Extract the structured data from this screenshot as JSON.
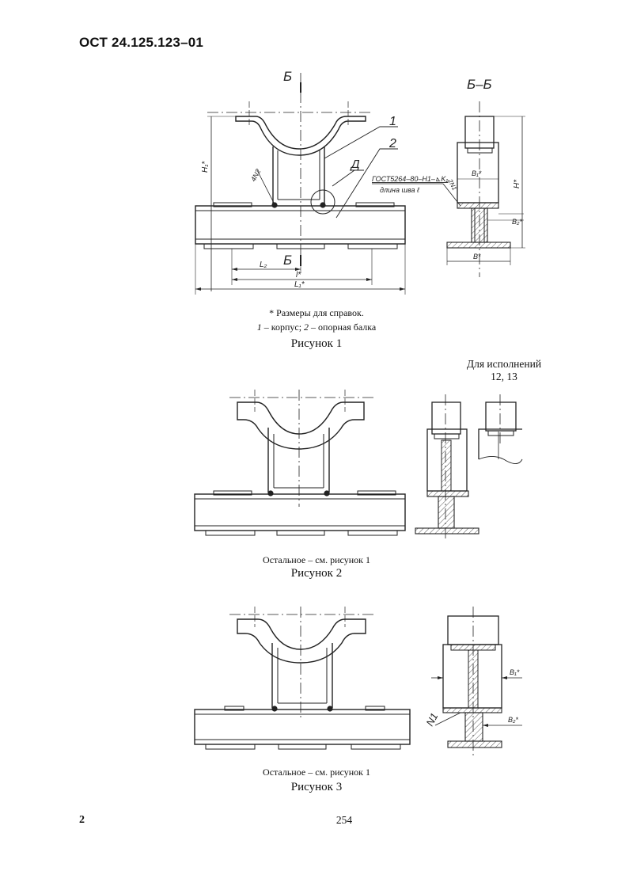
{
  "header": {
    "doc_code": "ОСТ 24.125.123–01"
  },
  "figure1": {
    "section_label_top": "Б",
    "section_label_bottom": "Б",
    "section_view_title": "Б–Б",
    "callout_1": "1",
    "callout_2": "2",
    "callout_d": "Д",
    "dim_h1": "H₁*",
    "dim_h": "H*",
    "dim_l": "l*",
    "dim_l1": "L₁*",
    "dim_l2": "L₂",
    "dim_b": "B*",
    "dim_b1": "B₁*",
    "dim_b2": "B₂*",
    "weld_4n2": "4N2",
    "weld_2n1": "2N1",
    "weld_gost": "ГОСТ5264–80–Н1–⊾K₁",
    "weld_length": "длина шва ℓ",
    "note_ref": "* Размеры для справок.",
    "legend_1_num": "1",
    "legend_1_text": " – корпус;  ",
    "legend_2_num": "2",
    "legend_2_text": " – опорная балка",
    "title": "Рисунок 1"
  },
  "figure2": {
    "variants_note_line1": "Для исполнений",
    "variants_note_line2": "12, 13",
    "rest_note": "Остальное –  см. рисунок 1",
    "title": "Рисунок 2"
  },
  "figure3": {
    "dim_b1": "B₁*",
    "dim_b2": "B₂*",
    "weld_n1": "N1",
    "rest_note": "Остальное –  см. рисунок 1",
    "title": "Рисунок 3"
  },
  "footer": {
    "page_number": "2",
    "sheet_number": "254"
  }
}
